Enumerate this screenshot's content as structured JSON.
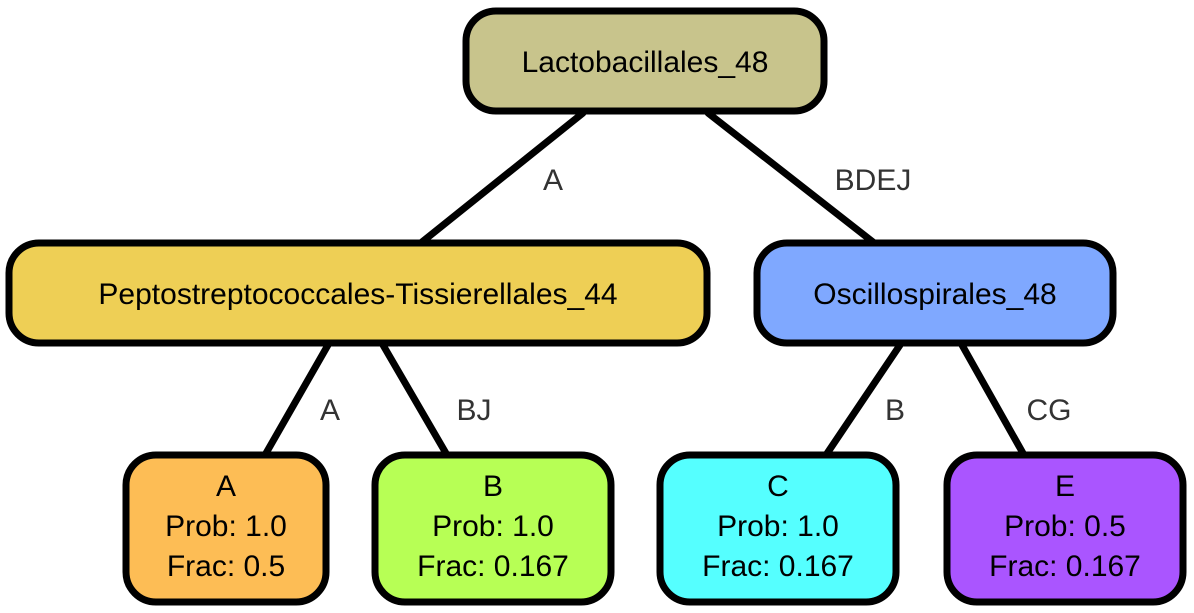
{
  "tree": {
    "nodes": {
      "root": {
        "label": "Lactobacillales_48",
        "color": "#c8c48c"
      },
      "pepto": {
        "label": "Peptostreptococcales-Tissierellales_44",
        "color": "#eecf55"
      },
      "oscillo": {
        "label": "Oscillospirales_48",
        "color": "#7fa8ff"
      },
      "leafA": {
        "label": "A",
        "prob": "Prob: 1.0",
        "frac": "Frac: 0.5",
        "color": "#fdbd55"
      },
      "leafB": {
        "label": "B",
        "prob": "Prob: 1.0",
        "frac": "Frac: 0.167",
        "color": "#b7ff55"
      },
      "leafC": {
        "label": "C",
        "prob": "Prob: 1.0",
        "frac": "Frac: 0.167",
        "color": "#55ffff"
      },
      "leafE": {
        "label": "E",
        "prob": "Prob: 0.5",
        "frac": "Frac: 0.167",
        "color": "#aa55ff"
      }
    },
    "edges": {
      "root_pepto": "A",
      "root_oscillo": "BDEJ",
      "pepto_leafA": "A",
      "pepto_leafB": "BJ",
      "oscillo_leafC": "B",
      "oscillo_leafE": "CG"
    }
  }
}
